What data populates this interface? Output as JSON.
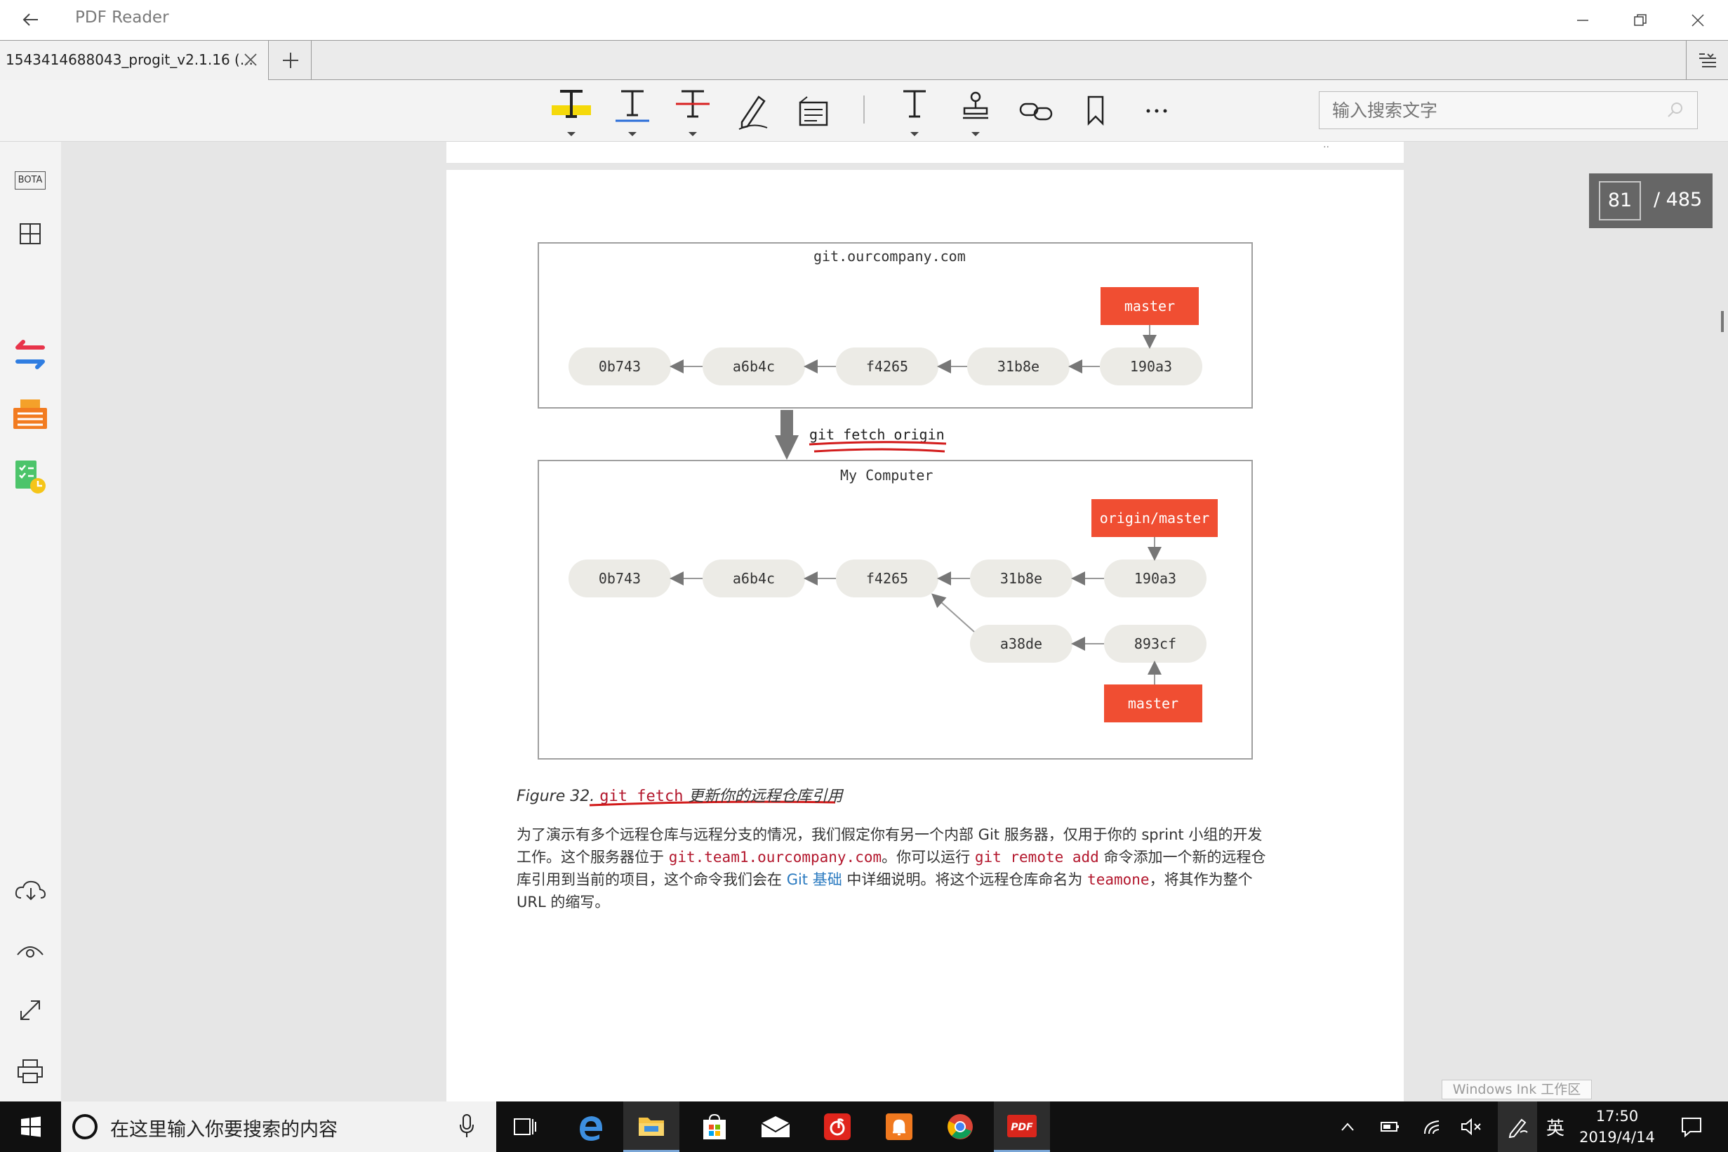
{
  "app": {
    "title": "PDF Reader"
  },
  "tab": {
    "title": "1543414688043_progit_v2.1.16 (..."
  },
  "search": {
    "placeholder": "输入搜索文字"
  },
  "pagination": {
    "current": "81",
    "total": "/ 485"
  },
  "sidebar": {
    "bota_label": "BOTA"
  },
  "diagram": {
    "remote_box_title": "git.ourcompany.com",
    "remote_commits": [
      "0b743",
      "a6b4c",
      "f4265",
      "31b8e",
      "190a3"
    ],
    "remote_ref": "master",
    "command": "git fetch origin",
    "local_box_title": "My Computer",
    "local_commits": [
      "0b743",
      "a6b4c",
      "f4265",
      "31b8e",
      "190a3"
    ],
    "local_branch_commits": [
      "a38de",
      "893cf"
    ],
    "local_remote_ref": "origin/master",
    "local_ref": "master"
  },
  "caption": {
    "prefix": "Figure 32. ",
    "code": "git fetch",
    "text": " 更新你的远程仓库引用"
  },
  "paragraph": {
    "p1": "为了演示有多个远程仓库与远程分支的情况，我们假定你有另一个内部 Git 服务器，仅用于你的 sprint 小组的开发工作。这个服务器位于 ",
    "code1": "git.team1.ourcompany.com",
    "p2": "。你可以运行 ",
    "code2": "git remote add",
    "p3": " 命令添加一个新的远程仓库引用到当前的项目，这个命令我们会在 ",
    "link": "Git 基础",
    "p4": " 中详细说明。将这个远程仓库命名为 ",
    "code3": "teamone",
    "p5": "，将其作为整个 URL 的缩写。"
  },
  "ink_workspace_label": "Windows Ink 工作区",
  "taskbar": {
    "search_text": "在这里输入你要搜索的内容",
    "time": "17:50",
    "date": "2019/4/14",
    "ime": "英"
  },
  "colors": {
    "accent_ref": "#f04e32",
    "code_text": "#b3172d",
    "link": "#2a7ac0",
    "underline": "#d21a1a"
  }
}
